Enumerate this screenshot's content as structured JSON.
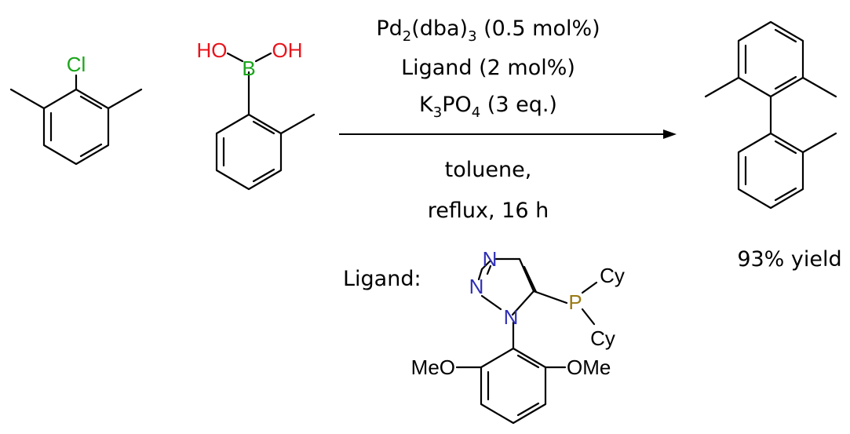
{
  "reactant1": {
    "atoms": {
      "cl": "Cl"
    },
    "colors": {
      "cl": "#1aa51a"
    }
  },
  "reactant2": {
    "atoms": {
      "ho": "HO",
      "b": "B",
      "oh": "OH"
    },
    "colors": {
      "o": "#e8141b",
      "b": "#1aa51a"
    }
  },
  "conditions": {
    "line1": {
      "pre": "Pd",
      "sub1": "2",
      "mid": "(dba)",
      "sub2": "3",
      "post": " (0.5 mol%)"
    },
    "line2": "Ligand (2 mol%)",
    "line3": {
      "pre": "K",
      "sub1": "3",
      "mid": "PO",
      "sub2": "4",
      "post": " (3 eq.)"
    },
    "below1": "toluene,",
    "below2": "reflux, 16 h"
  },
  "ligand": {
    "label": "Ligand:",
    "atoms": {
      "n_top": "N",
      "n_mid": "N",
      "n_low": "N",
      "p": "P",
      "cy_top": "Cy",
      "cy_low": "Cy",
      "meo": "MeO",
      "ome": "OMe"
    },
    "colors": {
      "n": "#2f2fb5",
      "p": "#9a7a14"
    }
  },
  "product": {
    "yield": "93% yield"
  }
}
